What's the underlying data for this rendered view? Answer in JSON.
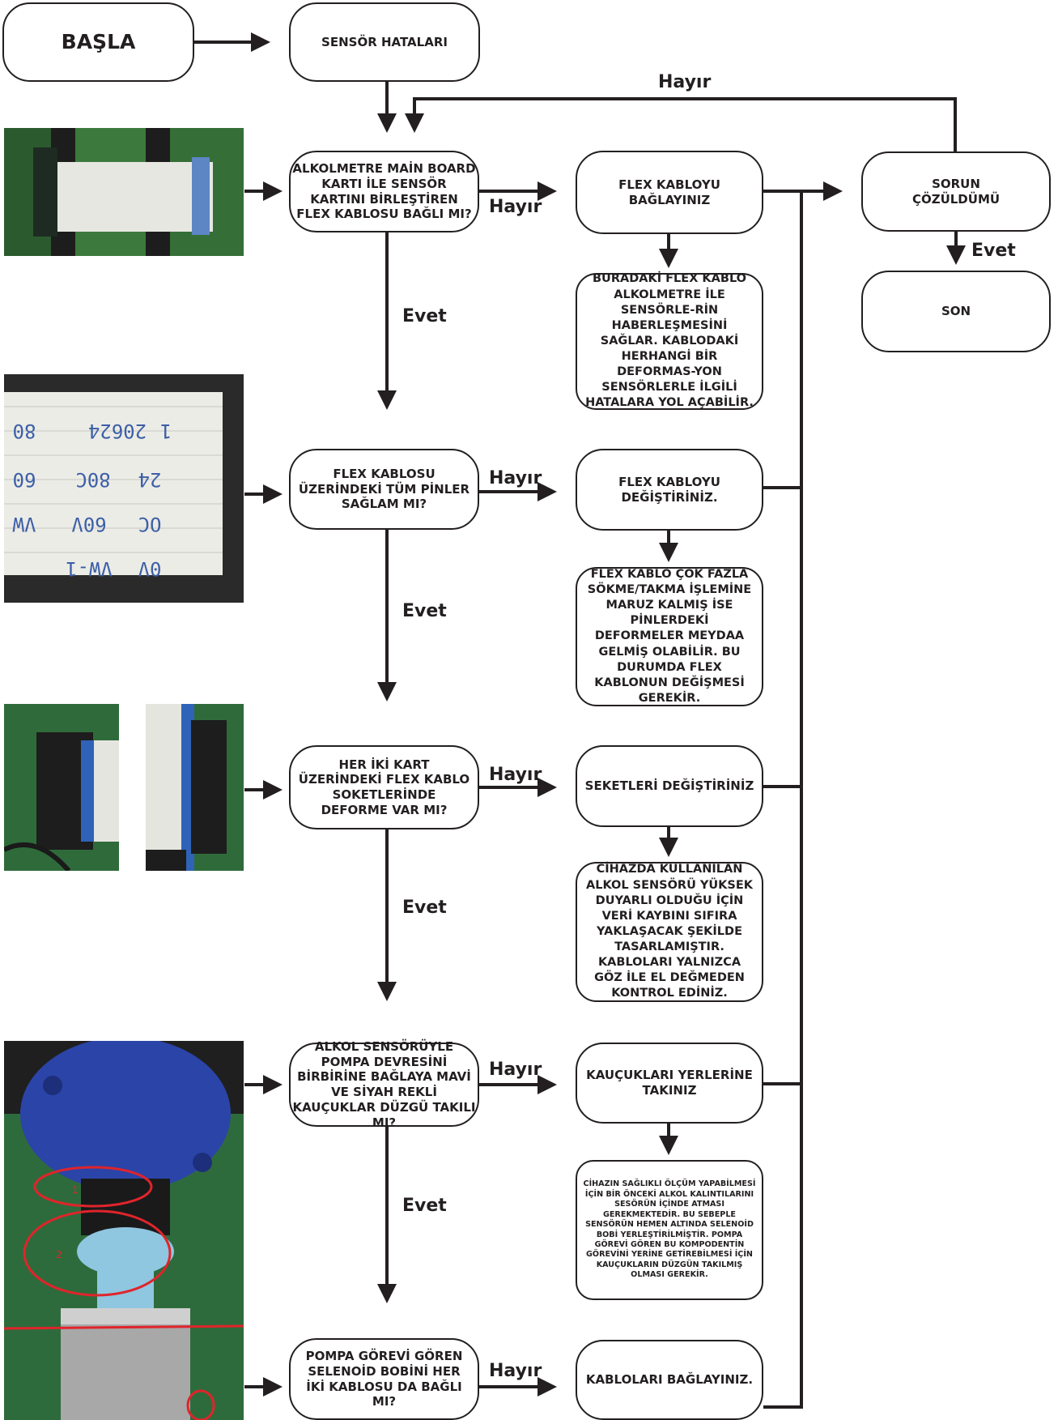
{
  "start": "BAŞLA",
  "title_box": "SENSÖR HATALARI",
  "labels": {
    "yes": "Evet",
    "no": "Hayır"
  },
  "questions": [
    "ALKOLMETRE MAİN BOARD KARTI İLE SENSÖR KARTINI BİRLEŞTİREN FLEX KABLOSU BAĞLI MI?",
    "FLEX KABLOSU ÜZERİNDEKİ TÜM PİNLER SAĞLAM MI?",
    "HER İKİ KART ÜZERİNDEKİ FLEX KABLO SOKETLERİNDE DEFORME VAR MI?",
    "ALKOL SENSÖRÜYLE POMPA DEVRESİNİ BİRBİRİNE BAĞLAYA MAVİ VE SİYAH REKLİ KAUÇUKLAR DÜZGÜ TAKILI MI?",
    "POMPA GÖREVİ GÖREN SELENOİD BOBİNİ HER İKİ KABLOSU DA BAĞLI MI?"
  ],
  "actions": [
    "FLEX KABLOYU BAĞLAYINIZ",
    "FLEX KABLOYU DEĞİŞTİRİNİZ.",
    "SEKETLERİ DEĞİŞTİRİNİZ",
    "KAUÇUKLARI YERLERİNE TAKINIZ",
    "KABLOLARI BAĞLAYINIZ."
  ],
  "notes": [
    "BURADAKİ FLEX KABLO ALKOLMETRE İLE SENSÖRLE-RİN HABERLEŞMESİNİ SAĞLAR. KABLODAKİ HERHANGİ BİR DEFORMAS-YON SENSÖRLERLE İLGİLİ HATALARA YOL AÇABİLİR.",
    "FLEX KABLO ÇOK FAZLA SÖKME/TAKMA İŞLEMİNE MARUZ KALMIŞ İSE PİNLERDEKİ DEFORMELER MEYDAA GELMİŞ OLABİLİR. BU DURUMDA FLEX KABLONUN DEĞİŞMESİ GEREKİR.",
    "CİHAZDA KULLANILAN ALKOL SENSÖRÜ YÜKSEK DUYARLI OLDUĞU İÇİN VERİ KAYBINI SIFIRA YAKLAŞACAK ŞEKİLDE TASARLAMIŞTIR. KABLOLARI YALNIZCA GÖZ İLE EL DEĞMEDEN KONTROL EDİNİZ.",
    "CİHAZIN SAĞLIKLI ÖLÇÜM YAPABİLMESİ İÇİN BİR ÖNCEKİ ALKOL KALINTILARINI SESÖRÜN İÇİNDE ATMASI GEREKMEKTEDİR. BU SEBEPLE SENSÖRÜN HEMEN ALTINDA SELENOİD BOBİ YERLEŞTİRİLMİŞTİR. POMPA GÖREVİ GÖREN BU KOMPODENTİN GÖREVİNİ YERİNE GETİREBİLMESİ İÇİN KAUÇUKLARIN DÜZGÜN TAKILMIŞ OLMASI GEREKİR."
  ],
  "check_box": "SORUN ÇÖZÜLDÜMÜ",
  "end_box": "SON",
  "cable_print": {
    "row1_left": "1",
    "row1_mid": "20624",
    "row1_right": "80",
    "row2_left": "24",
    "row2_mid": "80C",
    "row2_right": "60",
    "row3_left": "OC",
    "row3_mid": "60V",
    "row3_right": "VW",
    "row4_left": "0V",
    "row4_mid": "VW-1"
  },
  "sensor_marks": [
    "1",
    "2"
  ],
  "colors": {
    "ink": "#231f20",
    "pcb": "#2f6b3a",
    "flex_blue": "#2f63b8",
    "sensor_blue": "#2b44a8",
    "rubber": "#8fc6e0",
    "annotation": "#e0242b"
  }
}
